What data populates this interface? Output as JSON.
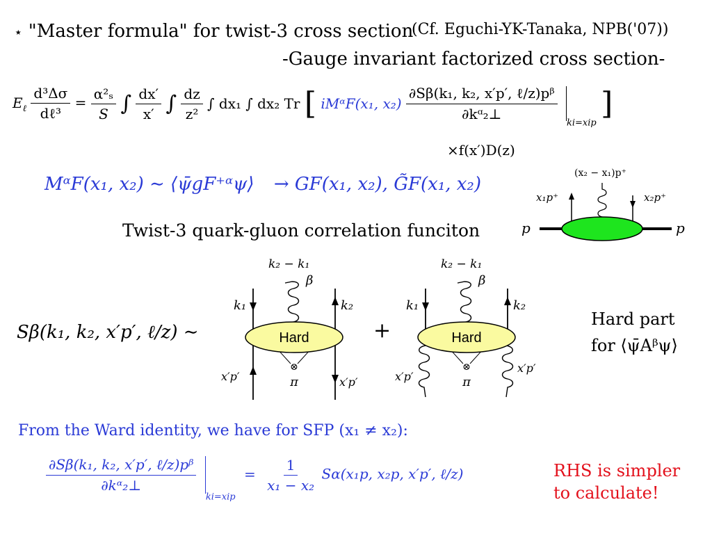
{
  "header": {
    "star": "⋆",
    "title": "\"Master formula\" for twist-3 cross section",
    "citation": "(Cf. Eguchi-YK-Tanaka, NPB('07))",
    "subtitle": "-Gauge invariant factorized cross section-"
  },
  "master_formula": {
    "lhs": "E",
    "lhs_sub": "ℓ",
    "dsigma_num": "d³Δσ",
    "dsigma_den": "dℓ³",
    "eq": "=",
    "alpha_num": "α²ₛ",
    "alpha_den": "S",
    "int1": "∫",
    "dxp_num": "dx′",
    "dxp_den": "x′",
    "int2": "∫",
    "dz_num": "dz",
    "dz_den": "z²",
    "int3": "∫ dx₁ ∫ dx₂ Tr",
    "bracket_open": "[",
    "blue_term": "iMᵅF(x₁, x₂)",
    "deriv_num": "∂Sβ(k₁, k₂, x′p′, ℓ/z)pᵝ",
    "deriv_den": "∂kᵅ₂⊥",
    "condition": "ki=xip",
    "bracket_close": "]",
    "second_line": "×f(x′)D(z)"
  },
  "correlation": {
    "expr": "MᵅF(x₁, x₂) ∼ ⟨ψ̄gF⁺ᵅψ⟩",
    "arrow_part": "→ GF(x₁, x₂), G̃F(x₁, x₂)",
    "caption": "Twist-3 quark-gluon correlation funciton"
  },
  "blob_diagram": {
    "p_left": "p",
    "p_right": "p",
    "x1p": "x₁p⁺",
    "x2p": "x₂p⁺",
    "gluon_top": "(x₂ − x₁)p⁺"
  },
  "s_beta": {
    "expr": "Sβ(k₁, k₂, x′p′, ℓ/z) ∼",
    "plus": "+"
  },
  "hard_diagrams": [
    {
      "hard": "Hard",
      "k2k1": "k₂ − k₁",
      "beta": "β",
      "k1": "k₁",
      "k2": "k₂",
      "xpl": "x′p′",
      "xpr": "x′p′",
      "pi": "π",
      "otimes": "⊗"
    },
    {
      "hard": "Hard",
      "k2k1": "k₂ − k₁",
      "beta": "β",
      "k1": "k₁",
      "k2": "k₂",
      "xpl": "x′p′",
      "xpr": "x′p′",
      "pi": "π",
      "otimes": "⊗"
    }
  ],
  "hard_part": {
    "line1": "Hard part",
    "line2": "for ⟨ψ̄Aᵝψ⟩"
  },
  "ward": {
    "text": "From the Ward identity, we have for SFP (x₁ ≠ x₂):",
    "lhs_num": "∂Sβ(k₁, k₂, x′p′, ℓ/z)pᵝ",
    "lhs_den": "∂kᵅ₂⊥",
    "condition": "ki=xip",
    "eq": "=",
    "rhs_num": "1",
    "rhs_den": "x₁ − x₂",
    "rhs": "Sα(x₁p, x₂p, x′p′, ℓ/z)"
  },
  "note": {
    "line1": "RHS is simpler",
    "line2": "to calculate!"
  },
  "colors": {
    "blue": "#2a3ad6",
    "red": "#e3101b",
    "blob_green": "#1ee51e",
    "hard_yellow": "#fafaa0"
  }
}
